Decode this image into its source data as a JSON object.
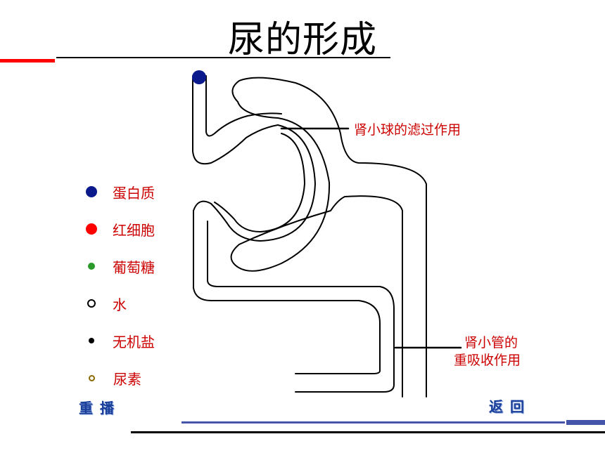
{
  "title": "尿的形成",
  "labels": {
    "glomerulus": "肾小球的滤过作用",
    "tubule_line1": "肾小管的",
    "tubule_line2": "重吸收作用"
  },
  "legend": [
    {
      "label": "蛋白质",
      "color": "#0a1a8c",
      "style": "filled"
    },
    {
      "label": "红细胞",
      "color": "#ff0000",
      "style": "filled"
    },
    {
      "label": "葡萄糖",
      "color": "#2a9a2a",
      "style": "filled"
    },
    {
      "label": "水",
      "color": "#000000",
      "style": "ring"
    },
    {
      "label": "无机盐",
      "color": "#000000",
      "style": "filled"
    },
    {
      "label": "尿素",
      "color": "#8a6a00",
      "style": "ring"
    }
  ],
  "buttons": {
    "replay": "重播",
    "back": "返回"
  },
  "colors": {
    "label_red": "#cc0000",
    "button_blue": "#1a3f9a",
    "protein_dot": "#0a1a8c"
  }
}
